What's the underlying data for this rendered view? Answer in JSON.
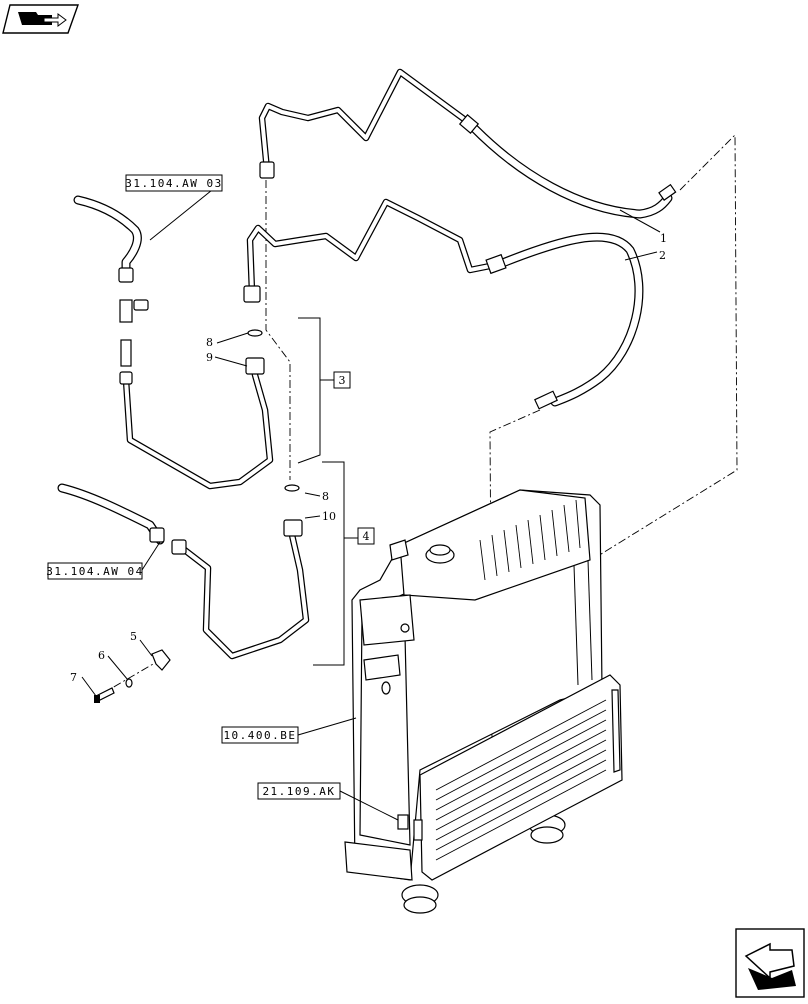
{
  "references": {
    "ref_top": "31.104.AW 03",
    "ref_mid": "31.104.AW 04",
    "ref_radiator": "10.400.BE",
    "ref_bottom": "21.109.AK"
  },
  "callouts": {
    "c1": "1",
    "c2": "2",
    "c3": "3",
    "c4": "4",
    "c5": "5",
    "c6": "6",
    "c7": "7",
    "c8a": "8",
    "c8b": "8",
    "c9": "9",
    "c10": "10"
  },
  "icons": {
    "top_left": "book-navigation-icon",
    "bottom_right": "next-page-arrow-icon"
  }
}
